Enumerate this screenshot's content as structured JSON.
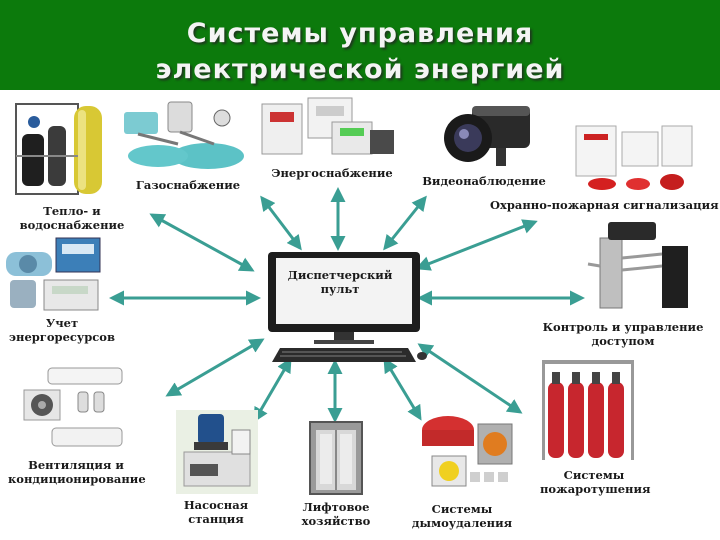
{
  "header": {
    "title_line1": "Системы управления",
    "title_line2": "электрической энергией",
    "background_color": "#0c7a0c"
  },
  "center": {
    "label_line1": "Диспетчерский",
    "label_line2": "пульт",
    "icon": "computer-workstation-icon"
  },
  "arrow_color": "#3a9e93",
  "systems": [
    {
      "id": "water",
      "label_line1": "Тепло- и",
      "label_line2": "водоснабжение",
      "icon": "water-treatment-icon"
    },
    {
      "id": "gas",
      "label_line1": "Газоснабжение",
      "icon": "gas-equipment-icon"
    },
    {
      "id": "power",
      "label_line1": "Энергоснабжение",
      "icon": "electrical-panel-icon"
    },
    {
      "id": "video",
      "label_line1": "Видеонаблюдение",
      "icon": "cctv-camera-icon"
    },
    {
      "id": "fire-alarm",
      "label_line1": "Охранно-пожарная сигнализация",
      "icon": "alarm-panel-icon"
    },
    {
      "id": "access",
      "label_line1": "Контроль и управление",
      "label_line2": "доступом",
      "icon": "turnstile-icon"
    },
    {
      "id": "fire-ext",
      "label_line1": "Системы",
      "label_line2": "пожаротушения",
      "icon": "fire-extinguisher-cylinders-icon"
    },
    {
      "id": "smoke",
      "label_line1": "Системы",
      "label_line2": "дымоудаления",
      "icon": "smoke-exhaust-icon"
    },
    {
      "id": "elevator",
      "label_line1": "Лифтовое",
      "label_line2": "хозяйство",
      "icon": "elevator-icon"
    },
    {
      "id": "pump",
      "label_line1": "Насосная",
      "label_line2": "станция",
      "icon": "pump-icon"
    },
    {
      "id": "hvac",
      "label_line1": "Вентиляция и",
      "label_line2": "кондиционирование",
      "icon": "air-conditioner-icon"
    },
    {
      "id": "metering",
      "label_line1": "Учет",
      "label_line2": "энергоресурсов",
      "icon": "energy-meter-icon"
    }
  ]
}
